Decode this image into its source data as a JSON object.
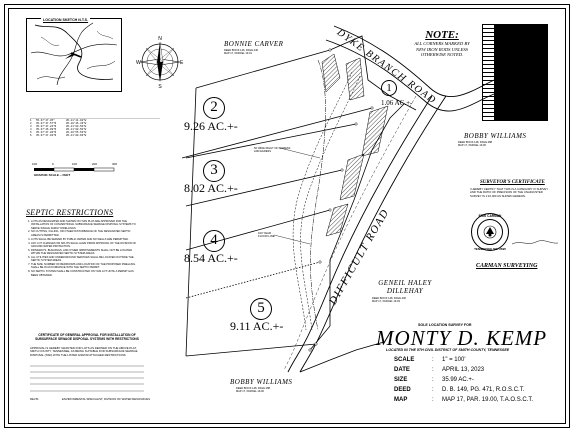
{
  "location_map": {
    "title": "LOCATION SKETCH  N.T.S."
  },
  "coordinates_table": {
    "rows": [
      [
        "1",
        "55-37'47.05\"",
        "85-11'11.92\"W"
      ],
      [
        "2",
        "35-37'47.57\"N",
        "85-10'46.43\"W"
      ],
      [
        "3",
        "35-37'47.22\"N",
        "85-11'00.56\"W"
      ],
      [
        "4",
        "35-37'46.99\"N",
        "85-11'00.50\"W"
      ],
      [
        "5",
        "35-37'47.06\"N",
        "85-10'55.53\"W"
      ],
      [
        "6",
        "35-37'47.02\"N",
        "85-11'00.66\"W"
      ]
    ]
  },
  "scale_bar": {
    "ticks": [
      "100",
      "0",
      "100",
      "200",
      "300"
    ],
    "caption": "GRAPHIC SCALE -- FEET"
  },
  "owners": {
    "bonnie": "BONNIE CARVER",
    "bonnie_deed": "DEED BOOK 146, PAGE 246\nMAP 17, PARCEL 19.01",
    "bobby_top": "BOBBY WILLIAMS",
    "bobby_top_deed": "DEED BOOK 148, PAGE 288\nMAP 17, PARCEL 19.00",
    "geneil": "GENEIL HALEY DILLEHAY",
    "geneil_deed": "DEED BOOK 148, PAGE 400\nMAP 17, PARCEL 19.03",
    "bobby_bottom": "BOBBY WILLIAMS",
    "bobby_bottom_deed": "DEED BOOK 148, PAGE 288\nMAP 17, PARCEL 19.00"
  },
  "roads": {
    "dyke": "DYKE BRANCH ROAD",
    "difficult": "DIFFICULT ROAD"
  },
  "tracts": [
    {
      "num": "1",
      "area": "1.06 AC.+-"
    },
    {
      "num": "2",
      "area": "9.26 AC.+-"
    },
    {
      "num": "3",
      "area": "8.02 AC.+-"
    },
    {
      "num": "4",
      "area": "8.54 AC.+-"
    },
    {
      "num": "5",
      "area": "9.11 AC.+-"
    }
  ],
  "note": {
    "title": "NOTE:",
    "body": "ALL CORNERS MARKED BY NEW IRON RODS UNLESS OTHERWISE NOTED."
  },
  "septic": {
    "title": "SEPTIC RESTRICTIONS",
    "items": [
      "LOTS AS DESIGNATED AND SHOWN ON THIS PLAT ARE APPROVED FOR THE INSTALLATION OF CONVENTIONAL SUBSURFACE SEWAGE DISPOSAL SYSTEMS TO SERVE SINGLE FAMILY DWELLINGS.",
      "NO CUTTING, FILLING, OR OTHER DISTURBANCE OF THE DESIGNATED SEPTIC AREAS IS PERMITTED.",
      "LOTS SHALL BE SERVED BY PUBLIC WATER AND NO WELLS ARE PERMITTED.",
      "ANY LOT CHANGES OR SPLITS SHALL HAVE PRIOR APPROVAL OF THE DIVISION OF GROUND WATER PROTECTION.",
      "DRIVEWAYS, BUILDINGS, AND OTHER IMPROVEMENTS SHALL NOT BE LOCATED WITHIN THE DESIGNATED SEPTIC SYSTEM AREAS.",
      "ALL UTILITIES AND UNDERGROUND SERVICES SHALL BE LOCATED OUTSIDE THE SEPTIC SYSTEM AREAS.",
      "THE SIZE, NUMBER OF BEDROOMS AND LOCATION OF THE PROPOSED DWELLING SHALL BE IN ACCORDANCE WITH THE SEPTIC PERMIT.",
      "NO SEPTIC SYSTEM SHALL BE CONSTRUCTED ON THIS LOT UNTIL A PERMIT HAS BEEN OBTAINED."
    ]
  },
  "certificate": {
    "title": "CERTIFICATE OF GENERAL APPROVAL FOR INSTALLATION OF SUBSURFACE SEWAGE DISPOSAL SYSTEMS WITH RESTRICTIONS",
    "body": "APPROVAL IS HEREBY GRANTED FOR LOTS AS DEFINED ON THE ABOVE PLAT, SMITH COUNTY, TENNESSEE, AS BEING SUITABLE FOR SUBSURFACE SEWAGE DISPOSAL (SSD) WITH THE LISTED AND/OR ATTACHED RESTRICTIONS."
  },
  "surveyor": {
    "cert_title": "SURVEYOR'S CERTIFICATE",
    "cert_body": "I HEREBY CERTIFY THAT THIS IS A CATEGORY IV SURVEY AND THE RATIO OF PRECISION OF THE UNADJUSTED SURVEY IS 1:10,000 AS SHOWN HEREON.",
    "seal_top": "ERIK CARMAN",
    "seal_bottom": "TENNESSEE NO. 2695",
    "firm": "CARMAN SURVEYING"
  },
  "title_block": {
    "subtitle": "SOLE LOCATION SURVEY FOR",
    "name": "MONTY D. KEMP",
    "location": "LOCATED IN THE 5TH CIVIL DISTRICT OF SMITH COUNTY, TENNESSEE",
    "rows": [
      {
        "label": "SCALE",
        "value": "1\" = 100'"
      },
      {
        "label": "DATE",
        "value": "APRIL 13, 2023"
      },
      {
        "label": "SIZE",
        "value": "35.99 AC.+-"
      },
      {
        "label": "DEED",
        "value": "D. B. 149, PG. 471, R.O.S.C.T."
      },
      {
        "label": "MAP",
        "value": "MAP 17, PAR. 19.00, T.A.O.S.C.T."
      }
    ]
  },
  "misc": {
    "flood_label": "100 YEAR FLOOD LINE",
    "row_label": "50' WIDE RIGHT OF INGRESS AND EGRESS",
    "footer": "ENVIRONMENTAL SPECIALIST, DIVISION OF WATER RESOURCES",
    "footer_left": "REVIS"
  }
}
